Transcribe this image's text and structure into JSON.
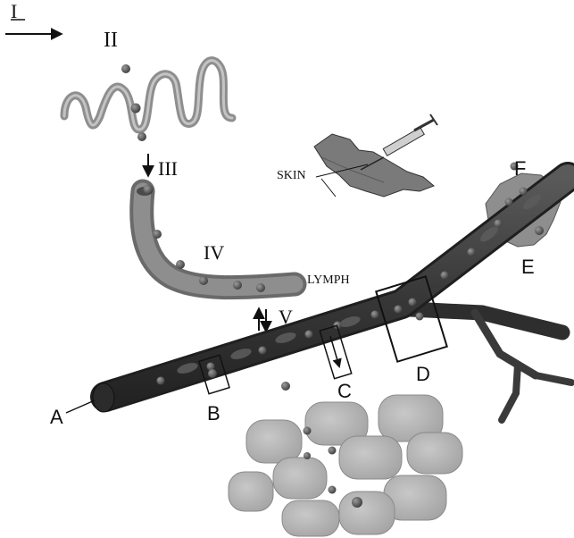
{
  "labels": {
    "stage_1": "I",
    "stage_2": "II",
    "stage_3": "III",
    "stage_4": "IV",
    "stage_5": "V",
    "skin": "SKIN",
    "lymph": "LYMPH",
    "point_a": "A",
    "point_b": "B",
    "point_c": "C",
    "point_d": "D",
    "point_e": "E",
    "point_f": "F"
  },
  "colors": {
    "vessel_dark": "#3a3a3a",
    "vessel_mid": "#6e6e6e",
    "lymph_vessel": "#7d7d7d",
    "particle": "#555555",
    "cell": "#b4b4b4",
    "tissue_patch": "#8e8e8e",
    "skin_patch": "#7a7a7a",
    "line": "#111111"
  }
}
